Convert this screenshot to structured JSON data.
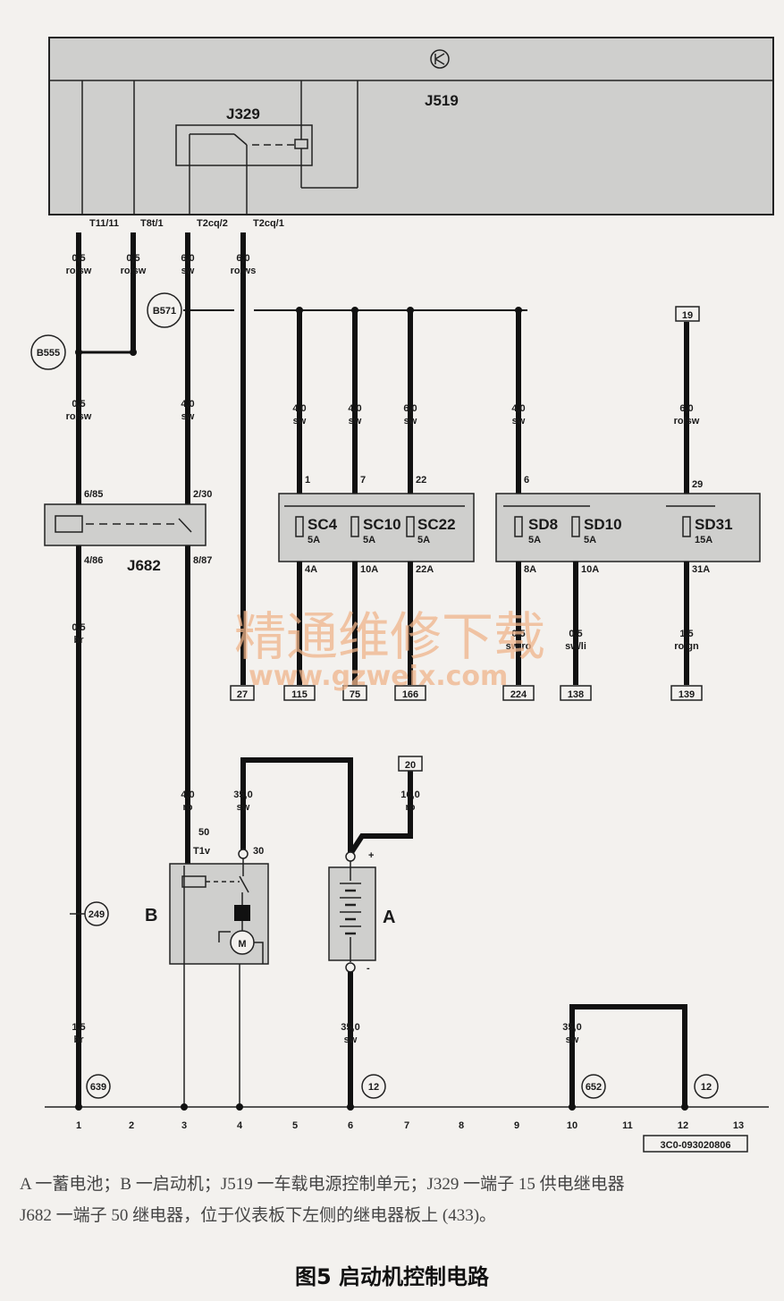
{
  "units": {
    "j519": "J519",
    "j329": "J329",
    "j682": "J682",
    "starter": "B",
    "battery": "A"
  },
  "pins_top": [
    "T11/11",
    "T8t/1",
    "T2cq/2",
    "T2cq/1"
  ],
  "wires": {
    "w1_top": [
      "0,5",
      "ro/sw"
    ],
    "w2_top": [
      "0,5",
      "ro/sw"
    ],
    "w3_top": [
      "6,0",
      "sw"
    ],
    "w4_top": [
      "6,0",
      "ro/ws"
    ],
    "w1_mid": [
      "0,5",
      "ro/sw"
    ],
    "w3_mid": [
      "4,0",
      "sw"
    ],
    "sc4": [
      "4,0",
      "sw"
    ],
    "sc10": [
      "4,0",
      "sw"
    ],
    "sc22": [
      "6,0",
      "sw"
    ],
    "sd8": [
      "4,0",
      "sw"
    ],
    "sd31": [
      "6,0",
      "ro/sw"
    ],
    "w1_low": [
      "0,5",
      "br"
    ],
    "sd8_out": [
      "0,5",
      "sw/ro"
    ],
    "sd10_out": [
      "0,5",
      "sw/li"
    ],
    "sd31_out": [
      "1,5",
      "ro/gn"
    ],
    "starter_50": [
      "4,0",
      "ro"
    ],
    "starter_30": [
      "35,0",
      "sw"
    ],
    "bat_plus": [
      "16,0",
      "ro"
    ],
    "w1_bottom": [
      "1,5",
      "br"
    ],
    "bat_minus": [
      "35,0",
      "sw"
    ],
    "ground10": [
      "35,0",
      "sw"
    ]
  },
  "circles": [
    "B571",
    "B555",
    "249",
    "639",
    "12",
    "652",
    "12"
  ],
  "relay_pins": [
    "6/85",
    "2/30",
    "4/86",
    "8/87"
  ],
  "fuse_inputs": [
    "1",
    "7",
    "22",
    "6",
    "29"
  ],
  "fuses": [
    {
      "name": "SC4",
      "amp": "5A",
      "out": "4A"
    },
    {
      "name": "SC10",
      "amp": "5A",
      "out": "10A"
    },
    {
      "name": "SC22",
      "amp": "5A",
      "out": "22A"
    },
    {
      "name": "SD8",
      "amp": "5A",
      "out": "8A"
    },
    {
      "name": "SD10",
      "amp": "5A",
      "out": "10A"
    },
    {
      "name": "SD31",
      "amp": "15A",
      "out": "31A"
    }
  ],
  "refs": [
    "27",
    "115",
    "75",
    "166",
    "224",
    "138",
    "139",
    "19",
    "20"
  ],
  "starter_pins": [
    "50",
    "T1v",
    "30"
  ],
  "battery_signs": [
    "+",
    "-"
  ],
  "motor_label": "M",
  "bottom_numbers": [
    "1",
    "2",
    "3",
    "4",
    "5",
    "6",
    "7",
    "8",
    "9",
    "10",
    "11",
    "12",
    "13"
  ],
  "doc_code": "3C0-093020806",
  "watermark": {
    "cn": "精通维修下载",
    "url": "www.gzweix.com"
  },
  "caption": {
    "line1": "A 一蓄电池；B 一启动机；J519 一车载电源控制单元；J329 一端子 15 供电继电器",
    "line2": "J682 一端子 50 继电器，位于仪表板下左侧的继电器板上 (433)。"
  },
  "figure_title": "图5 启动机控制电路"
}
